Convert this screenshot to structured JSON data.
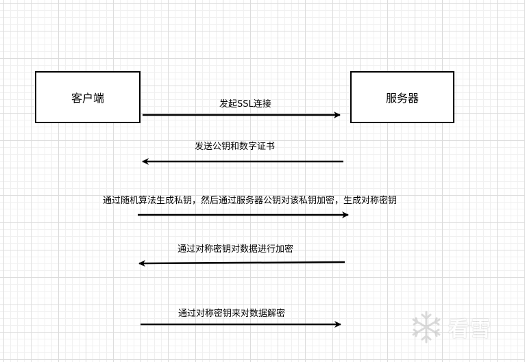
{
  "diagram": {
    "client_label": "客户端",
    "server_label": "服务器",
    "steps": [
      {
        "label": "发起SSL连接",
        "direction": "client-to-server"
      },
      {
        "label": "发送公钥和数字证书",
        "direction": "server-to-client"
      },
      {
        "label": "通过随机算法生成私钥，然后通过服务器公钥对该私钥加密，生成对称密钥",
        "direction": "client-to-server"
      },
      {
        "label": "通过对称密钥对数据进行加密",
        "direction": "server-to-client"
      },
      {
        "label": "通过对称密钥来对数据解密",
        "direction": "client-to-server"
      }
    ]
  },
  "watermark": {
    "text": "看雪",
    "icon": "snowflake-icon"
  }
}
